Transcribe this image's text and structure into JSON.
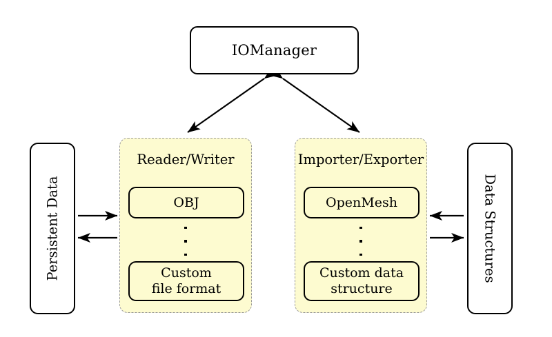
{
  "diagram": {
    "title_node": {
      "label": "IOManager"
    },
    "left_store": {
      "label": "Persistent Data"
    },
    "right_store": {
      "label": "Data Structures"
    },
    "panels": [
      {
        "title": "Reader/Writer",
        "top_item": "OBJ",
        "ellipsis": "⋮",
        "bottom_item": "Custom\nfile format"
      },
      {
        "title": "Importer/Exporter",
        "top_item": "OpenMesh",
        "ellipsis": "⋮",
        "bottom_item": "Custom data\nstructure"
      }
    ],
    "connections": [
      {
        "name": "iomanager-to-reader-writer",
        "style": "double-headed-diagonal"
      },
      {
        "name": "iomanager-to-importer-exporter",
        "style": "double-headed-diagonal"
      },
      {
        "name": "persistent-data-to-reader-writer",
        "style": "single-arrow-right"
      },
      {
        "name": "reader-writer-to-persistent-data",
        "style": "single-arrow-left"
      },
      {
        "name": "data-structures-to-importer-exporter",
        "style": "single-arrow-left"
      },
      {
        "name": "importer-exporter-to-data-structures",
        "style": "single-arrow-right"
      }
    ],
    "colors": {
      "panel_fill": "#fdfbd0",
      "panel_border": "#9a9a9a",
      "node_border": "#000000",
      "background": "#ffffff"
    }
  }
}
